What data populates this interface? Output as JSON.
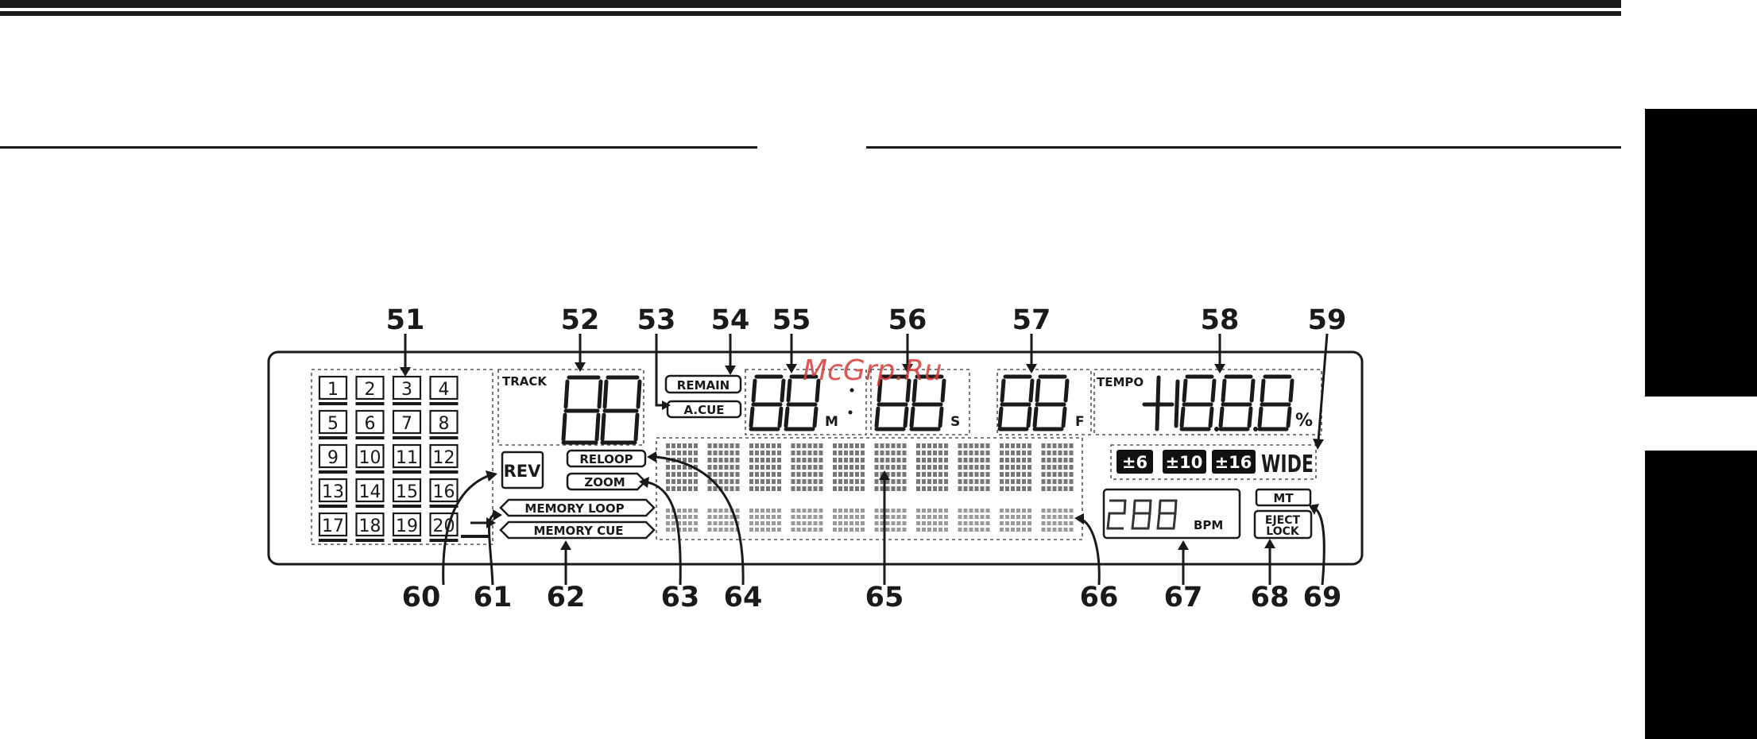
{
  "watermark": "McGrp.Ru",
  "callouts": [
    "51",
    "52",
    "53",
    "54",
    "55",
    "56",
    "57",
    "58",
    "59",
    "60",
    "61",
    "62",
    "63",
    "64",
    "65",
    "66",
    "67",
    "68",
    "69"
  ],
  "display": {
    "track_label": "TRACK",
    "remain_label": "REMAIN",
    "acue_label": "A.CUE",
    "minutes_unit": "M",
    "seconds_unit": "S",
    "frames_unit": "F",
    "tempo_label": "TEMPO",
    "percent_unit": "%",
    "rev_label": "REV",
    "reloop_label": "RELOOP",
    "zoom_label": "ZOOM",
    "memory_loop_label": "MEMORY LOOP",
    "memory_cue_label": "MEMORY CUE",
    "range_labels": [
      "±6",
      "±10",
      "±16"
    ],
    "wide_label": "WIDE",
    "bpm_label": "BPM",
    "mt_label": "MT",
    "eject_lock_lines": [
      "EJECT",
      "LOCK"
    ],
    "track_numbers": [
      "1",
      "2",
      "3",
      "4",
      "5",
      "6",
      "7",
      "8",
      "9",
      "10",
      "11",
      "12",
      "13",
      "14",
      "15",
      "16",
      "17",
      "18",
      "19",
      "20"
    ]
  }
}
